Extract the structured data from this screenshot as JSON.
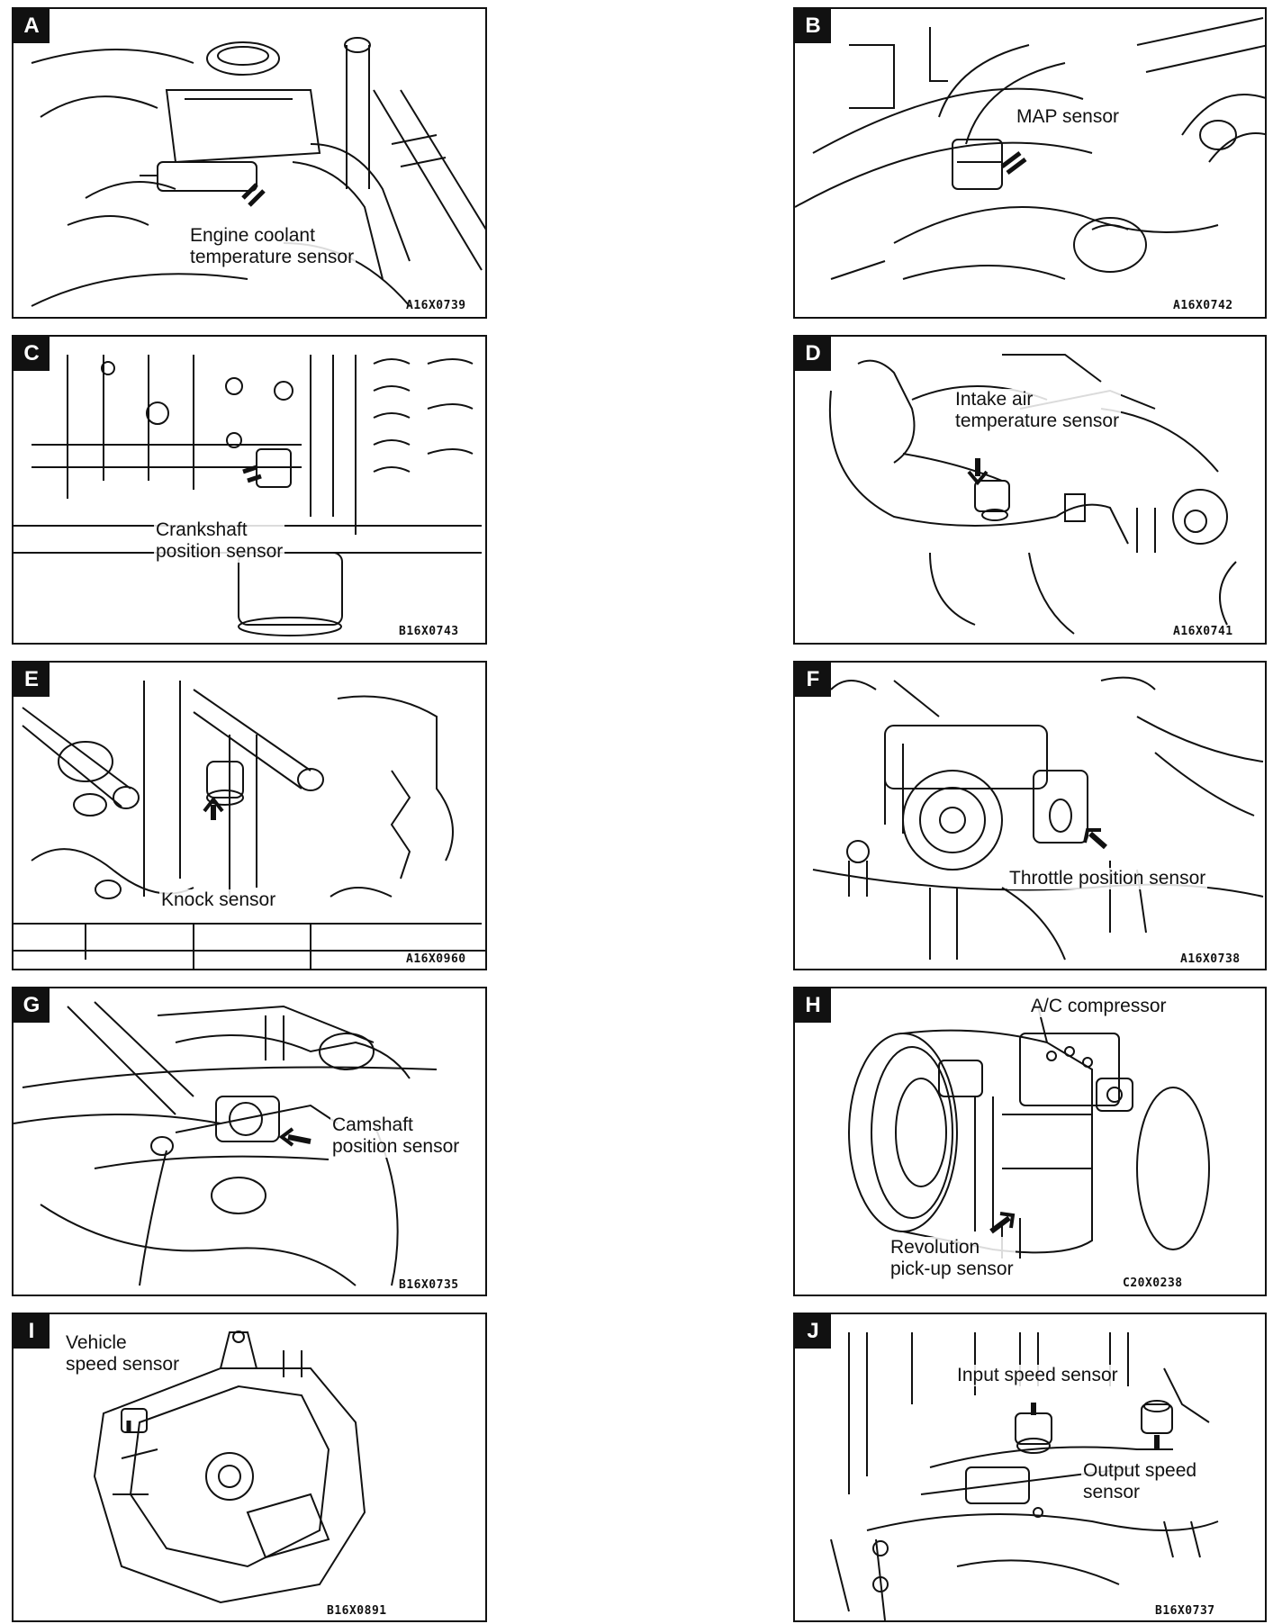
{
  "panels": [
    {
      "letter": "A",
      "label": "Engine coolant\ntemperature sensor",
      "code": "A16X0739"
    },
    {
      "letter": "B",
      "label": "MAP sensor",
      "code": "A16X0742"
    },
    {
      "letter": "C",
      "label": "Crankshaft\nposition sensor",
      "code": "B16X0743"
    },
    {
      "letter": "D",
      "label": "Intake air\ntemperature sensor",
      "code": "A16X0741"
    },
    {
      "letter": "E",
      "label": "Knock sensor",
      "code": "A16X0960"
    },
    {
      "letter": "F",
      "label": "Throttle position sensor",
      "code": "A16X0738"
    },
    {
      "letter": "G",
      "label": "Camshaft\nposition sensor",
      "code": "B16X0735"
    },
    {
      "letter": "H",
      "label": "A/C compressor",
      "label2": "Revolution\npick-up sensor",
      "code": "C20X0238"
    },
    {
      "letter": "I",
      "label": "Vehicle\nspeed sensor",
      "code": "B16X0891"
    },
    {
      "letter": "J",
      "label": "Input speed sensor",
      "label2": "Output speed\nsensor",
      "code": "B16X0737"
    }
  ]
}
